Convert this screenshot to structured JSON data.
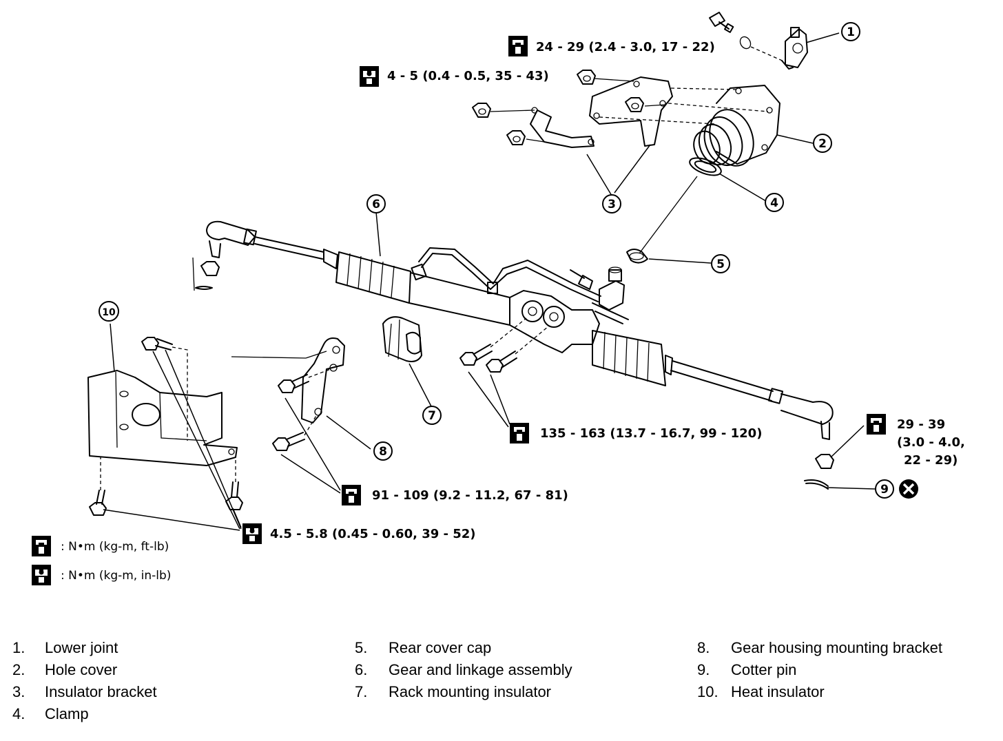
{
  "torque_specs": {
    "lower_joint_bolt": "24 - 29 (2.4 - 3.0, 17 - 22)",
    "insulator_bracket_nut": "4 - 5 (0.4 - 0.5, 35 - 43)",
    "gear_housing_bolt": "135 - 163 (13.7 - 16.7, 99 - 120)",
    "tie_rod_nut_line1": "29 - 39",
    "tie_rod_nut_line2": "(3.0 - 4.0,",
    "tie_rod_nut_line3": "22 - 29)",
    "bracket_bolt": "91 - 109 (9.2 - 11.2, 67 - 81)",
    "heat_insulator_bolt": "4.5 - 5.8 (0.45 - 0.60, 39 - 52)"
  },
  "legend": {
    "ft_lb": ": N•m (kg-m, ft-lb)",
    "in_lb": ": N•m (kg-m, in-lb)"
  },
  "callouts": [
    "1",
    "2",
    "3",
    "4",
    "5",
    "6",
    "7",
    "8",
    "9",
    "10"
  ],
  "parts": [
    {
      "num": "1.",
      "name": "Lower joint"
    },
    {
      "num": "2.",
      "name": "Hole cover"
    },
    {
      "num": "3.",
      "name": "Insulator bracket"
    },
    {
      "num": "4.",
      "name": "Clamp"
    },
    {
      "num": "5.",
      "name": "Rear cover cap"
    },
    {
      "num": "6.",
      "name": "Gear and linkage assembly"
    },
    {
      "num": "7.",
      "name": "Rack mounting insulator"
    },
    {
      "num": "8.",
      "name": "Gear housing mounting bracket"
    },
    {
      "num": "9.",
      "name": "Cotter pin"
    },
    {
      "num": "10.",
      "name": "Heat insulator"
    }
  ],
  "icons": {
    "torque_ft_lb": "wrench-open-icon",
    "torque_in_lb": "wrench-filled-icon",
    "replace_part": "replace-x-icon"
  }
}
